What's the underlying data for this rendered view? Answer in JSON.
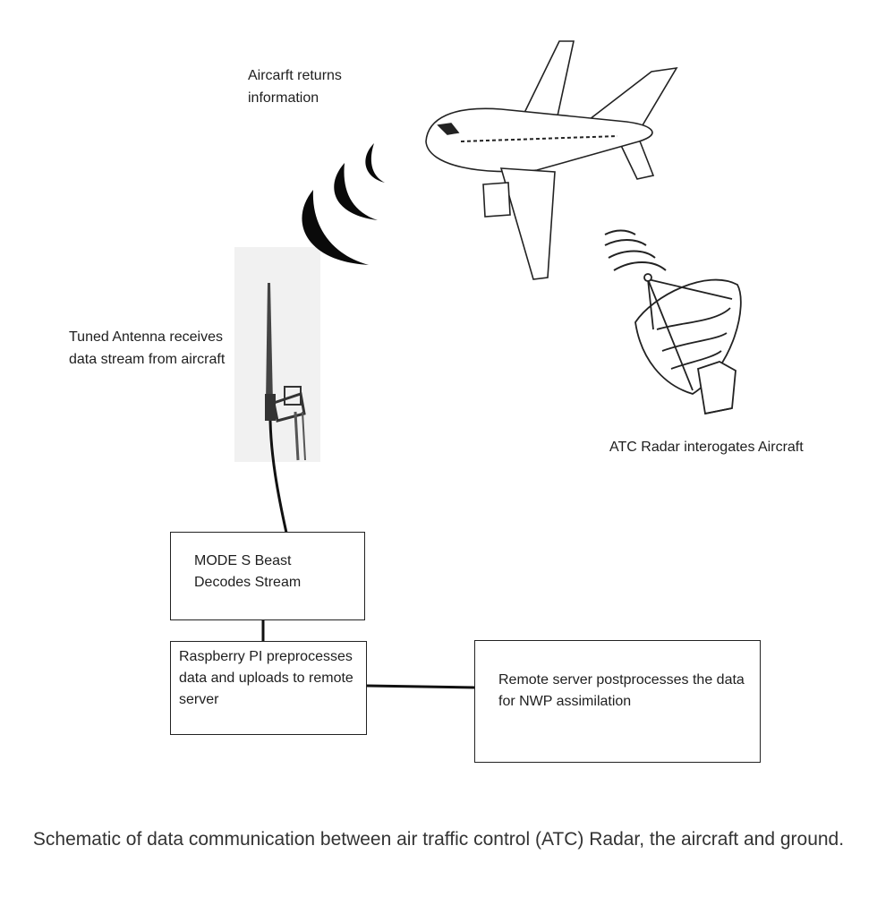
{
  "labels": {
    "aircraft_returns": "Aircarft returns information",
    "antenna": "Tuned Antenna receives data stream from aircraft",
    "radar": "ATC Radar interogates Aircraft"
  },
  "boxes": {
    "mode_s": "MODE S Beast Decodes Stream",
    "raspberry": "Raspberry PI preprocesses data and uploads to remote server",
    "remote": "Remote server postprocesses the data for NWP assimilation"
  },
  "caption": "Schematic of data communication between air traffic control (ATC) Radar, the aircraft and ground."
}
